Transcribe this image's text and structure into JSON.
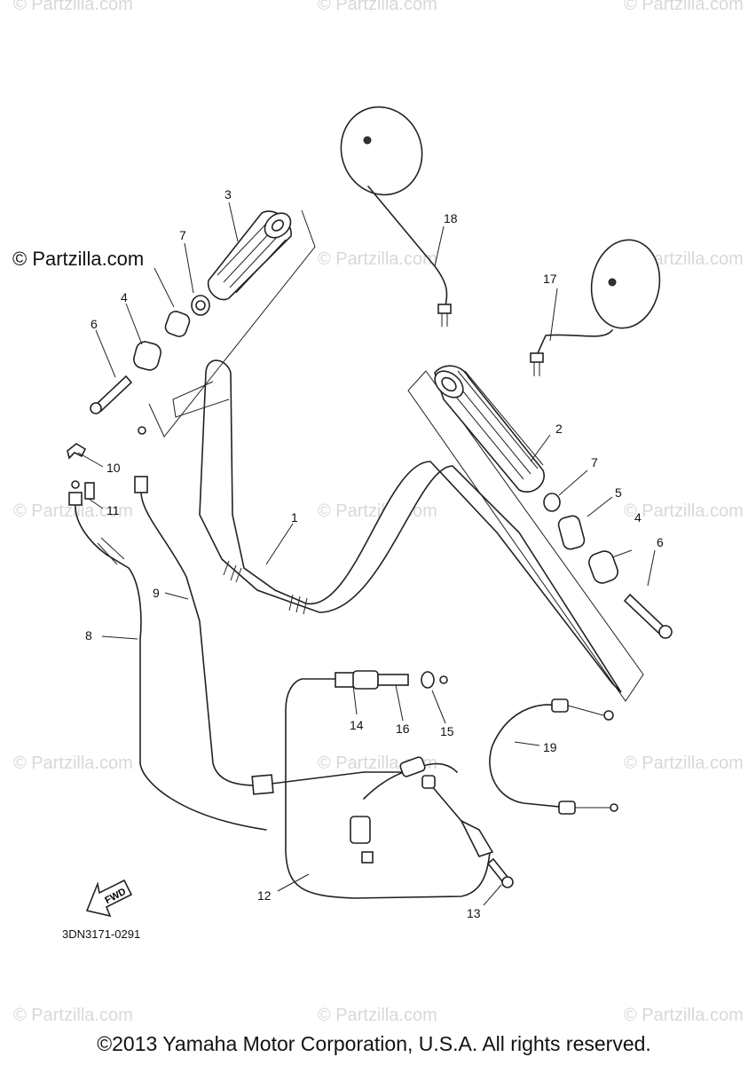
{
  "watermark": "© Partzilla.com",
  "partzilla_label": "© Partzilla.com",
  "reference_code": "3DN3171-0291",
  "fwd_label": "FWD",
  "copyright": "©2013 Yamaha Motor Corporation, U.S.A. All rights reserved.",
  "callouts": [
    "1",
    "2",
    "3",
    "4",
    "4",
    "5",
    "6",
    "6",
    "7",
    "7",
    "8",
    "9",
    "10",
    "11",
    "12",
    "13",
    "14",
    "15",
    "16",
    "17",
    "18",
    "19"
  ]
}
